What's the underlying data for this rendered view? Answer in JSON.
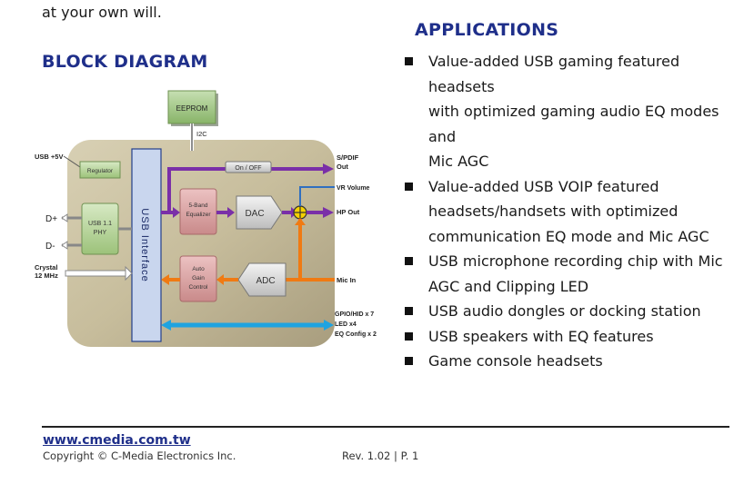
{
  "intro_fragment": "at your own will.",
  "block_diagram": {
    "heading": "BLOCK DIAGRAM",
    "labels": {
      "eeprom": "EEPROM",
      "i2c": "I2C",
      "usb_5v": "USB +5V",
      "regulator": "Regulator",
      "d_plus": "D+",
      "d_minus": "D-",
      "usb_phy_line1": "USB 1.1",
      "usb_phy_line2": "PHY",
      "crystal_line1": "Crystal",
      "crystal_line2": "12 MHz",
      "usb_interface": "USB Interface",
      "on_off": "On / OFF",
      "spdif_line1": "S/PDIF",
      "spdif_line2": "Out",
      "vr_volume": "VR Volume",
      "equalizer_line1": "5-Band",
      "equalizer_line2": "Equalizer",
      "dac": "DAC",
      "hp_out": "HP Out",
      "agc_line1": "Auto",
      "agc_line2": "Gain",
      "agc_line3": "Control",
      "adc": "ADC",
      "mic_in": "Mic In",
      "gpio_line1": "GPIO/HID x 7",
      "gpio_line2": "LED x4",
      "gpio_line3": "EQ Config x 2"
    }
  },
  "applications": {
    "heading": "APPLICATIONS",
    "items": [
      {
        "line1": "Value-added USB gaming featured headsets",
        "line2": "with optimized gaming audio EQ modes and",
        "line3": "Mic AGC"
      },
      {
        "line1": "Value-added USB VOIP featured",
        "line2": "headsets/handsets with optimized",
        "line3": "communication EQ mode and Mic AGC"
      },
      {
        "line1": "USB microphone recording chip with Mic",
        "line2": "AGC and Clipping LED"
      },
      {
        "line1": "USB audio dongles or docking station"
      },
      {
        "line1": "USB speakers with EQ features"
      },
      {
        "line1": "Game console headsets"
      }
    ]
  },
  "footer": {
    "website": "www.cmedia.com.tw",
    "copyright": "Copyright © C-Media Electronics Inc.",
    "revision": "Rev. 1.02 |  P. 1"
  },
  "colors": {
    "heading": "#1f2f8a",
    "audio_out_path": "#7a2fa8",
    "mic_path": "#f07a12",
    "gpio_bus": "#1fa3e0",
    "usb_interface_fill": "#c9d6ee",
    "block_bg": "#c6bd9d"
  }
}
